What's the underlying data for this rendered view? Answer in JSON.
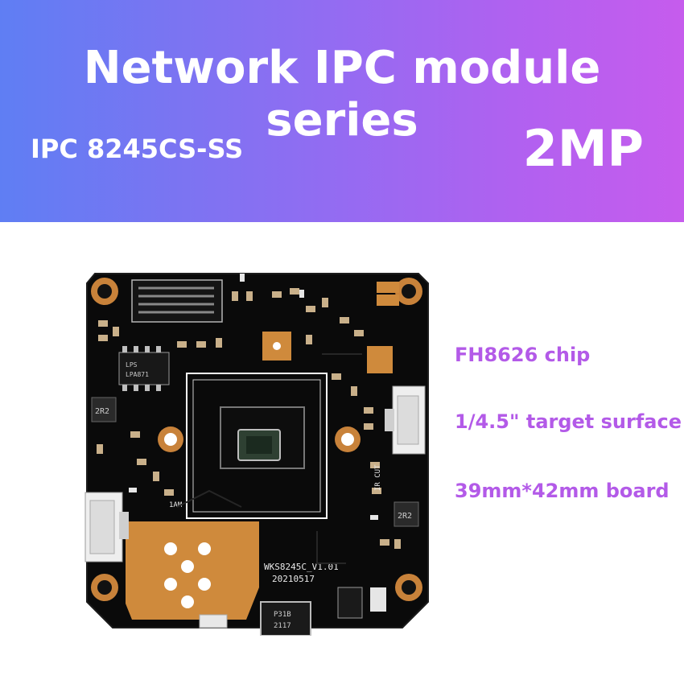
{
  "header": {
    "title": "Network IPC module series",
    "model": "IPC 8245CS-SS",
    "resolution": "2MP"
  },
  "specs": [
    "FH8626 chip",
    "1/4.5\" target surface",
    "39mm*42mm board"
  ],
  "board": {
    "silk_board_name": "WKS8245C_V1.01",
    "silk_date": "20210517",
    "silk_ir_cut": "IR CUT",
    "inductor_left": "2R2",
    "inductor_right": "2R2",
    "chip_left": "LPS\nLPA871",
    "diode_label": "P31B\n2117",
    "small_part_label": "1AM"
  },
  "colors": {
    "banner_left": "#5f7ef3",
    "banner_right": "#c65ced",
    "spec_text": "#b35ae8",
    "pcb": "#0b0b0b",
    "gold": "#d08a3e"
  }
}
